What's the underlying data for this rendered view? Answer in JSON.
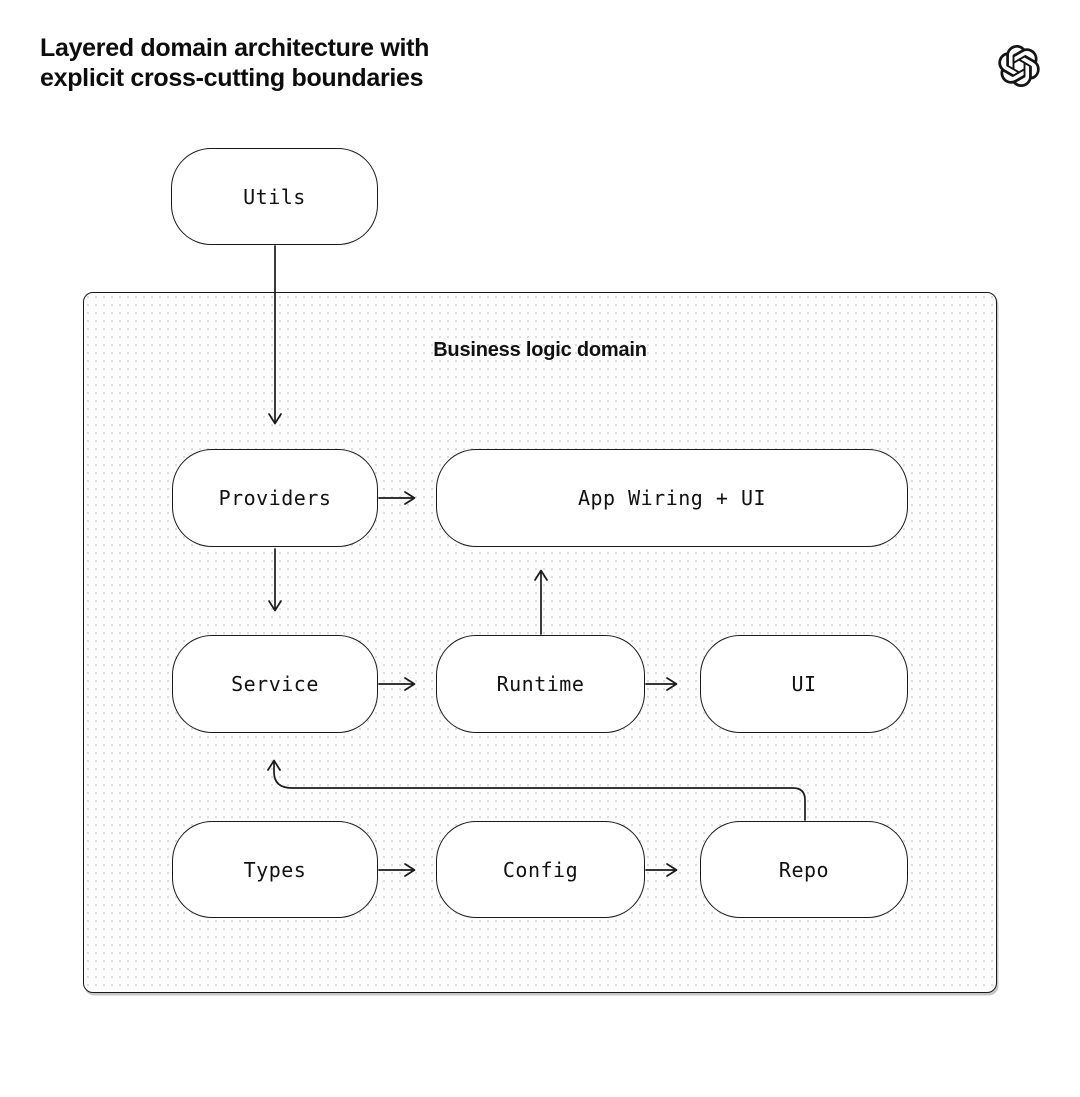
{
  "page": {
    "title_line1": "Layered domain architecture with",
    "title_line2": "explicit cross-cutting boundaries"
  },
  "logo": {
    "name": "OpenAI"
  },
  "domain": {
    "label": "Business logic domain"
  },
  "nodes": {
    "utils": "Utils",
    "providers": "Providers",
    "app_wiring": "App Wiring + UI",
    "service": "Service",
    "runtime": "Runtime",
    "ui": "UI",
    "types": "Types",
    "config": "Config",
    "repo": "Repo"
  },
  "edges": [
    {
      "from": "Utils",
      "to": "Providers"
    },
    {
      "from": "Providers",
      "to": "App Wiring + UI"
    },
    {
      "from": "Providers",
      "to": "Service"
    },
    {
      "from": "Runtime",
      "to": "App Wiring + UI"
    },
    {
      "from": "Service",
      "to": "Runtime"
    },
    {
      "from": "Runtime",
      "to": "UI"
    },
    {
      "from": "Types",
      "to": "Config"
    },
    {
      "from": "Config",
      "to": "Repo"
    },
    {
      "from": "Repo",
      "to": "Service"
    }
  ],
  "colors": {
    "stroke": "#1a1a1a",
    "text": "#0d0d0d",
    "node_fill": "#ffffff",
    "container_fill": "#fdfdfd",
    "dot": "#dadada",
    "background": "#ffffff"
  }
}
